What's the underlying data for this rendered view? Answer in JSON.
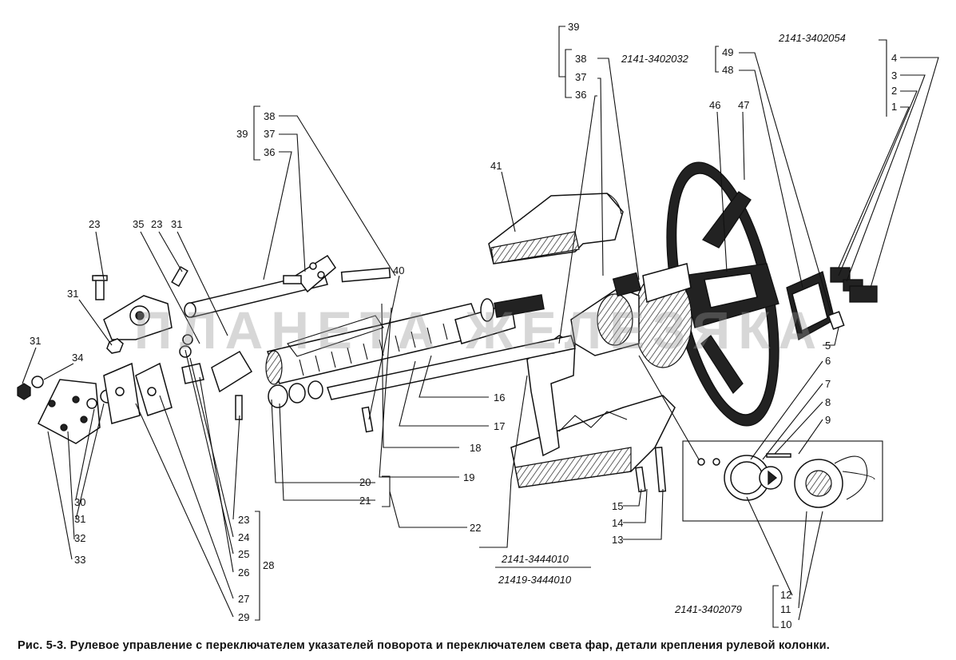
{
  "caption": "Рис. 5-3. Рулевое управление с переключателем указателей поворота и переключателем света фар, детали крепления рулевой колонки.",
  "watermark": "ПЛАНЕТА ЖЕЛЕЗЯКА",
  "labels": {
    "n1": "1",
    "n2": "2",
    "n3": "3",
    "n4": "4",
    "n5": "5",
    "n6": "6",
    "n7": "7",
    "n8": "8",
    "n9": "9",
    "n10": "10",
    "n11": "11",
    "n12": "12",
    "n13": "13",
    "n14": "14",
    "n15": "15",
    "n16": "16",
    "n17": "17",
    "n18": "18",
    "n19": "19",
    "n20": "20",
    "n21": "21",
    "n22": "22",
    "n23a": "23",
    "n23b": "23",
    "n23c": "23",
    "n24": "24",
    "n25": "25",
    "n26": "26",
    "n27": "27",
    "n28": "28",
    "n29": "29",
    "n30": "30",
    "n31a": "31",
    "n31b": "31",
    "n31c": "31",
    "n31d": "31",
    "n32": "32",
    "n33": "33",
    "n34": "34",
    "n35": "35",
    "n36a": "36",
    "n36b": "36",
    "n37a": "37",
    "n37b": "37",
    "n38a": "38",
    "n38b": "38",
    "n39a": "39",
    "n39b": "39",
    "n40": "40",
    "n41": "41",
    "n46": "46",
    "n47": "47",
    "n48": "48",
    "n49": "49"
  },
  "codes": {
    "switch_assembly": "2141-3402054",
    "horn_switch": "2141-3402032",
    "contact_ring": "2141-3402079",
    "column_a": "2141-3444010",
    "column_b": "21419-3444010"
  }
}
